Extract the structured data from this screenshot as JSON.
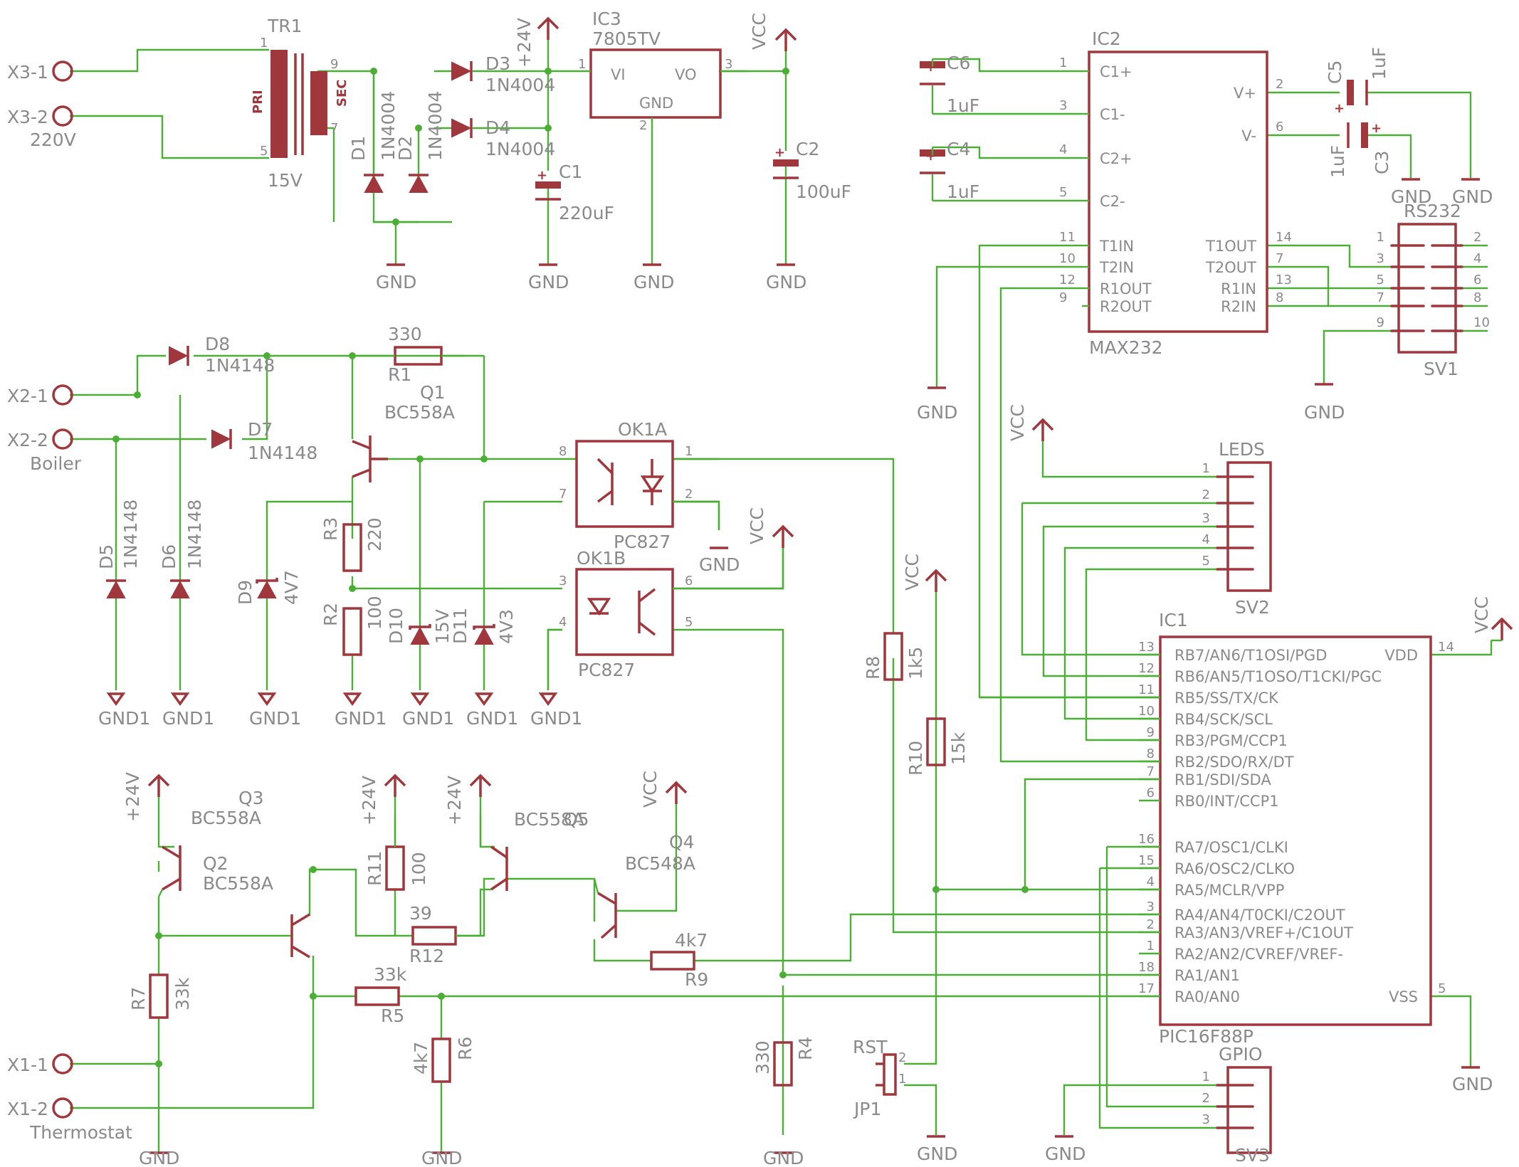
{
  "components": {
    "tr1": {
      "name": "TR1",
      "value": "15V",
      "pin_pri": "PRI",
      "pin_sec": "SEC",
      "pins": [
        "1",
        "5",
        "9",
        "7"
      ]
    },
    "ic3": {
      "name": "IC3",
      "value": "7805TV",
      "vi": "VI",
      "vo": "VO",
      "gnd": "GND",
      "pins": [
        "1",
        "2",
        "3"
      ]
    },
    "ic2": {
      "name": "IC2",
      "value": "MAX232",
      "left_pins": [
        {
          "num": "1",
          "label": "C1+"
        },
        {
          "num": "3",
          "label": "C1-"
        },
        {
          "num": "4",
          "label": "C2+"
        },
        {
          "num": "5",
          "label": "C2-"
        },
        {
          "num": "11",
          "label": "T1IN"
        },
        {
          "num": "10",
          "label": "T2IN"
        },
        {
          "num": "12",
          "label": "R1OUT"
        },
        {
          "num": "9",
          "label": "R2OUT"
        }
      ],
      "right_pins": [
        {
          "num": "2",
          "label": "V+"
        },
        {
          "num": "6",
          "label": "V-"
        },
        {
          "num": "14",
          "label": "T1OUT"
        },
        {
          "num": "7",
          "label": "T2OUT"
        },
        {
          "num": "13",
          "label": "R1IN"
        },
        {
          "num": "8",
          "label": "R2IN"
        }
      ]
    },
    "ic1": {
      "name": "IC1",
      "value": "PIC16F88P",
      "left_pins": [
        {
          "num": "13",
          "label": "RB7/AN6/T1OSI/PGD"
        },
        {
          "num": "12",
          "label": "RB6/AN5/T1OSO/T1CKI/PGC"
        },
        {
          "num": "11",
          "label": "RB5/SS/TX/CK"
        },
        {
          "num": "10",
          "label": "RB4/SCK/SCL"
        },
        {
          "num": "9",
          "label": "RB3/PGM/CCP1"
        },
        {
          "num": "8",
          "label": "RB2/SDO/RX/DT"
        },
        {
          "num": "7",
          "label": "RB1/SDI/SDA"
        },
        {
          "num": "6",
          "label": "RB0/INT/CCP1"
        },
        {
          "num": "16",
          "label": "RA7/OSC1/CLKI"
        },
        {
          "num": "15",
          "label": "RA6/OSC2/CLKO"
        },
        {
          "num": "4",
          "label": "RA5/MCLR/VPP"
        },
        {
          "num": "3",
          "label": "RA4/AN4/T0CKI/C2OUT"
        },
        {
          "num": "2",
          "label": "RA3/AN3/VREF+/C1OUT"
        },
        {
          "num": "1",
          "label": "RA2/AN2/CVREF/VREF-"
        },
        {
          "num": "18",
          "label": "RA1/AN1"
        },
        {
          "num": "17",
          "label": "RA0/AN0"
        }
      ],
      "right_pins": [
        {
          "num": "14",
          "label": "VDD"
        },
        {
          "num": "5",
          "label": "VSS"
        }
      ]
    },
    "ok1a": {
      "name": "OK1A",
      "value": "PC827",
      "pins": [
        "8",
        "7",
        "1",
        "2"
      ]
    },
    "ok1b": {
      "name": "OK1B",
      "value": "PC827",
      "pins": [
        "3",
        "4",
        "6",
        "5"
      ]
    },
    "rs232": {
      "name": "RS232",
      "part": "SV1",
      "pins_left": [
        "1",
        "3",
        "5",
        "7",
        "9"
      ],
      "pins_right": [
        "2",
        "4",
        "6",
        "8",
        "10"
      ]
    },
    "leds": {
      "name": "LEDS",
      "part": "SV2",
      "pins": [
        "1",
        "2",
        "3",
        "4",
        "5"
      ]
    },
    "gpio": {
      "name": "GPIO",
      "part": "SV3",
      "pins": [
        "1",
        "2",
        "3"
      ]
    },
    "rst": {
      "name": "RST",
      "part": "JP1",
      "pins": [
        "2",
        "1"
      ]
    },
    "d1": {
      "name": "D1",
      "value": "1N4004"
    },
    "d2": {
      "name": "D2",
      "value": "1N4004"
    },
    "d3": {
      "name": "D3",
      "value": "1N4004"
    },
    "d4": {
      "name": "D4",
      "value": "1N4004"
    },
    "d5": {
      "name": "D5",
      "value": "1N4148"
    },
    "d6": {
      "name": "D6",
      "value": "1N4148"
    },
    "d7": {
      "name": "D7",
      "value": "1N4148"
    },
    "d8": {
      "name": "D8",
      "value": "1N4148"
    },
    "d9": {
      "name": "D9",
      "value": "4V7"
    },
    "d10": {
      "name": "D10",
      "value": "15V"
    },
    "d11": {
      "name": "D11",
      "value": "4V3"
    },
    "c1": {
      "name": "C1",
      "value": "220uF"
    },
    "c2": {
      "name": "C2",
      "value": "100uF"
    },
    "c3": {
      "name": "C3",
      "value": "1uF"
    },
    "c4": {
      "name": "C4",
      "value": "1uF"
    },
    "c5": {
      "name": "C5",
      "value": "1uF"
    },
    "c6": {
      "name": "C6",
      "value": "1uF"
    },
    "r1": {
      "name": "R1",
      "value": "330"
    },
    "r2": {
      "name": "R2",
      "value": "100"
    },
    "r3": {
      "name": "R3",
      "value": "220"
    },
    "r4": {
      "name": "R4",
      "value": "330"
    },
    "r5": {
      "name": "R5",
      "value": "33k"
    },
    "r6": {
      "name": "R6",
      "value": "4k7"
    },
    "r7": {
      "name": "R7",
      "value": "33k"
    },
    "r8": {
      "name": "R8",
      "value": "1k5"
    },
    "r9": {
      "name": "R9",
      "value": "4k7"
    },
    "r10": {
      "name": "R10",
      "value": "15k"
    },
    "r11": {
      "name": "R11",
      "value": "100"
    },
    "r12": {
      "name": "R12",
      "value": "39"
    },
    "q1": {
      "name": "Q1",
      "value": "BC558A"
    },
    "q2": {
      "name": "Q2",
      "value": "BC558A"
    },
    "q3": {
      "name": "Q3",
      "value": "BC558A"
    },
    "q4": {
      "name": "Q4",
      "value": "BC548A"
    },
    "q5": {
      "name": "Q5",
      "value": "BC558A"
    }
  },
  "connectors": {
    "x3_1": "X3-1",
    "x3_2": "X3-2",
    "x3_desc": "220V",
    "x2_1": "X2-1",
    "x2_2": "X2-2",
    "x2_desc": "Boiler",
    "x1_1": "X1-1",
    "x1_2": "X1-2",
    "x1_desc": "Thermostat"
  },
  "nets": {
    "gnd": "GND",
    "gnd1": "GND1",
    "vcc": "VCC",
    "v24": "+24V"
  },
  "colors": {
    "wire": "#4caf35",
    "component": "#a0373c",
    "text": "#8a8a8a"
  }
}
